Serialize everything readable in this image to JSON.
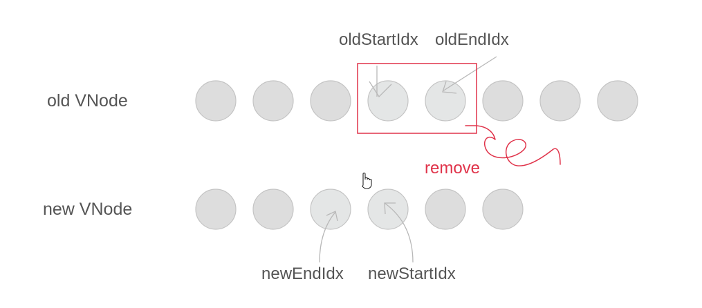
{
  "diagram": {
    "rows": [
      {
        "id": "old",
        "label": "old VNode",
        "node_count": 8,
        "highlighted_nodes": [
          3,
          4
        ]
      },
      {
        "id": "new",
        "label": "new VNode",
        "node_count": 6,
        "highlighted_nodes": [
          2,
          3
        ]
      }
    ],
    "pointers": {
      "old_start": "oldStartIdx",
      "old_end": "oldEndIdx",
      "new_end": "newEndIdx",
      "new_start": "newStartIdx"
    },
    "annotation": {
      "text": "remove"
    }
  },
  "colors": {
    "node_fill": "#dddddd",
    "node_highlight_fill": "#e4e6e6",
    "node_stroke": "#c4c4c4",
    "label_text": "#555555",
    "annotation_red": "#e0334a"
  }
}
